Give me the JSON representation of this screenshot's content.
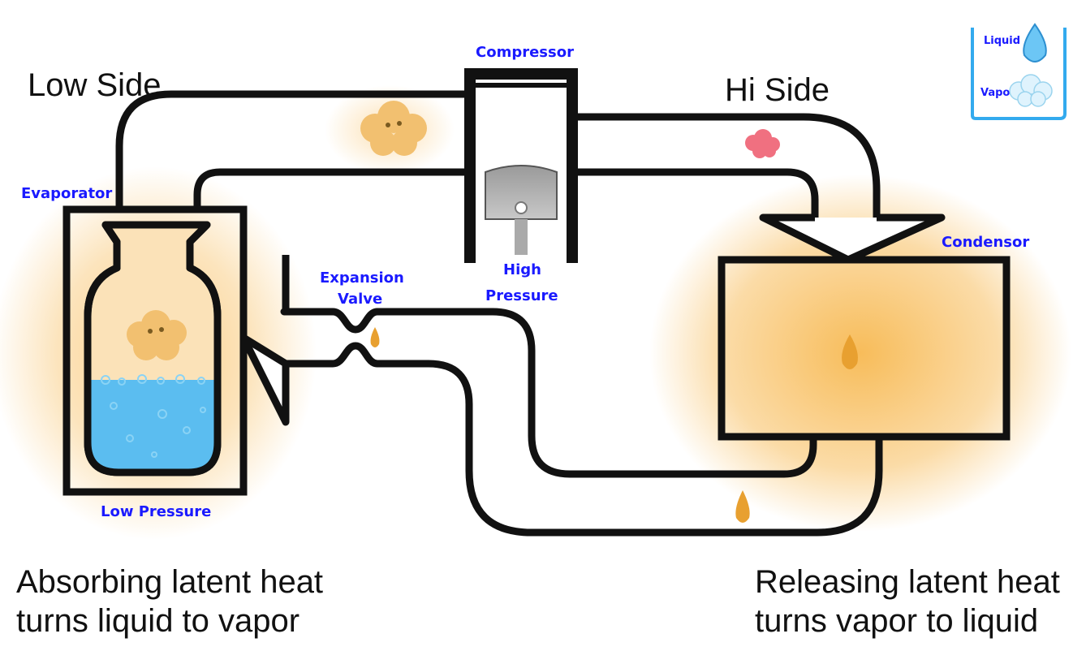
{
  "headings": {
    "low_side": "Low Side",
    "hi_side": "Hi Side"
  },
  "captions": {
    "left_line1": "Absorbing latent heat",
    "left_line2": "turns liquid to vapor",
    "right_line1": "Releasing latent heat",
    "right_line2": "turns vapor to liquid"
  },
  "labels": {
    "compressor": "Compressor",
    "evaporator": "Evaporator",
    "condensor": "Condensor",
    "expansion_line1": "Expansion",
    "expansion_line2": "Valve",
    "high_line1": "High",
    "high_line2": "Pressure",
    "low_pressure": "Low Pressure"
  },
  "legend": {
    "liquid": "Liquid",
    "vapor": "Vapor"
  },
  "colors": {
    "label_blue": "#1a1aff",
    "liquid_blue": "#5bbdf0",
    "heat_orange": "#f5a623",
    "vapor_red": "#f07080",
    "legend_border": "#33aaee"
  }
}
